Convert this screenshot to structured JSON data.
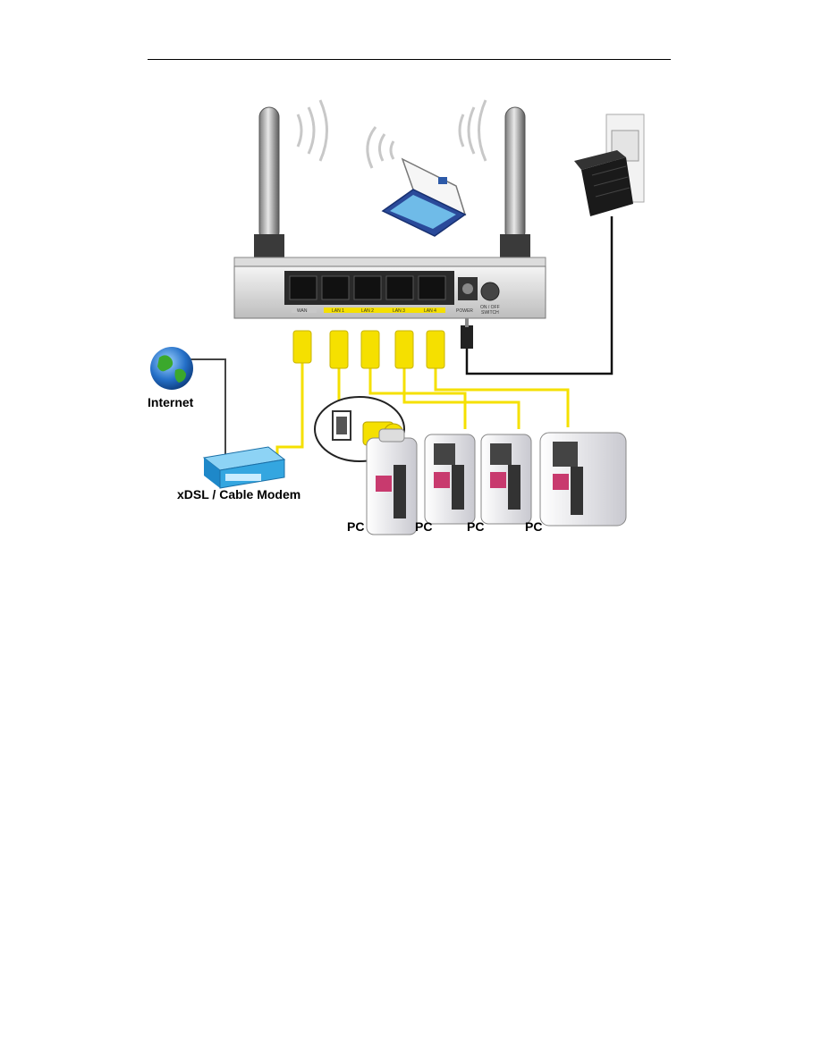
{
  "diagram": {
    "labels": {
      "internet": "Internet",
      "modem": "xDSL / Cable Modem",
      "pc1": "PC",
      "pc2": "PC",
      "pc3": "PC",
      "pc4": "PC"
    },
    "ports": {
      "wan": "WAN",
      "lan1": "LAN 1",
      "lan2": "LAN 2",
      "lan3": "LAN 3",
      "lan4": "LAN 4",
      "power": "POWER",
      "switch_line1": "ON / OFF",
      "switch_line2": "SWITCH"
    },
    "colors": {
      "cable": "#f5e000",
      "router_body": "#e6e6e6",
      "modem": "#34a6e0",
      "adapter": "#1a1a1a",
      "pc_body": "#f0f0f2"
    }
  }
}
